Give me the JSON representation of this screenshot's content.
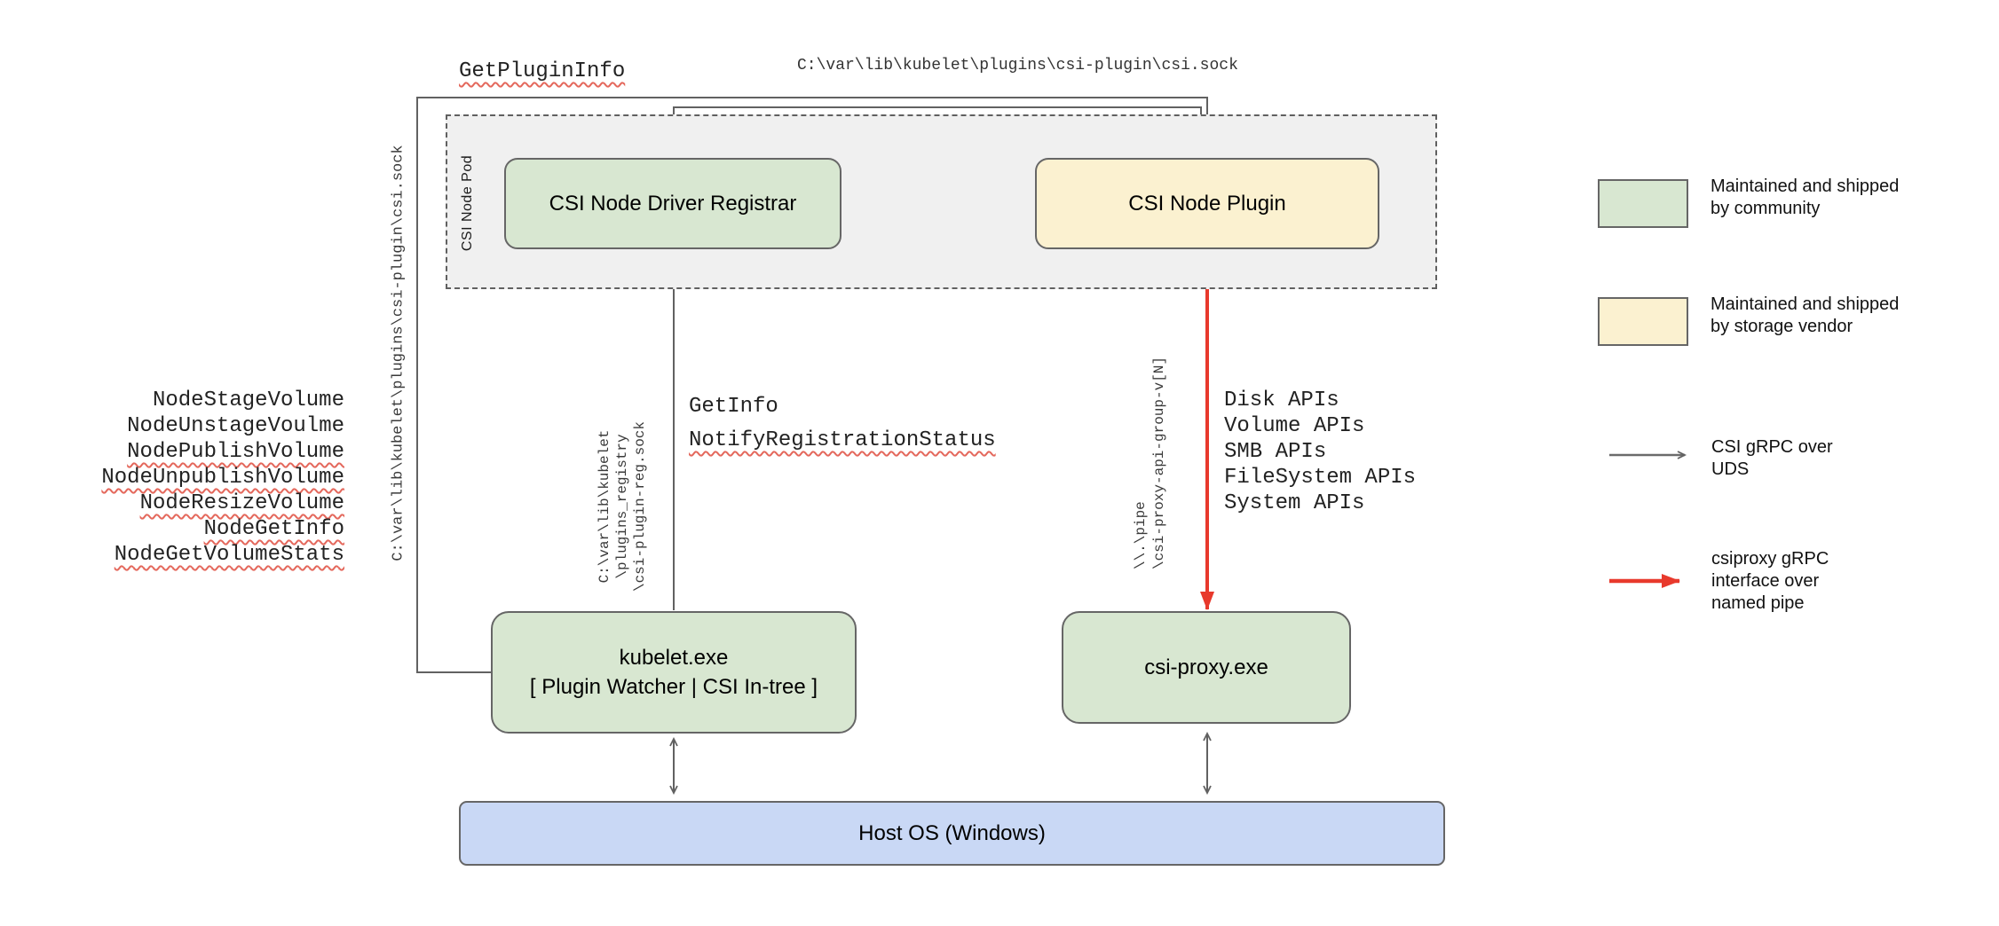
{
  "pod": {
    "label": "CSI Node Pod",
    "registrar": "CSI Node Driver Registrar",
    "plugin": "CSI Node Plugin"
  },
  "nodes": {
    "kubelet": "kubelet.exe\n[ Plugin Watcher | CSI In-tree ]",
    "csi_proxy": "csi-proxy.exe",
    "host_os": "Host OS (Windows)"
  },
  "connections": {
    "get_plugin_info": "GetPluginInfo",
    "csi_sock_top": "C:\\var\\lib\\kubelet\\plugins\\csi-plugin\\csi.sock",
    "csi_sock_left": "C:\\var\\lib\\kubelet\\plugins\\csi-plugin\\csi.sock",
    "registration_sock": "C:\\var\\lib\\kubelet\n\\plugins_registry\n\\csi-plugin-reg.sock",
    "named_pipe": "\\\\.\\pipe\n\\csi-proxy-api-group-v[N]",
    "get_info": "GetInfo",
    "notify_registration_status": "NotifyRegistrationStatus",
    "node_rpcs": [
      {
        "label": "NodeStageVolume",
        "wavy": false
      },
      {
        "label": "NodeUnstageVoulme",
        "wavy": false
      },
      {
        "label": "NodePublishVolume",
        "wavy": true
      },
      {
        "label": "NodeUnpublishVolume",
        "wavy": true
      },
      {
        "label": "NodeResizeVolume",
        "wavy": true
      },
      {
        "label": "NodeGetInfo",
        "wavy": true
      },
      {
        "label": "NodeGetVolumeStats",
        "wavy": true
      }
    ],
    "proxy_apis": [
      {
        "label": "Disk APIs"
      },
      {
        "label": "Volume APIs"
      },
      {
        "label": "SMB APIs"
      },
      {
        "label": "FileSystem APIs"
      },
      {
        "label": "System APIs"
      }
    ]
  },
  "legend": {
    "community": "Maintained and shipped\nby community",
    "vendor": "Maintained and shipped\nby storage vendor",
    "uds": "CSI gRPC over\nUDS",
    "pipe": "csiproxy gRPC\ninterface over\nnamed pipe"
  },
  "colors": {
    "community_fill": "#d8e7d1",
    "vendor_fill": "#fbf1d0",
    "host_fill": "#c9d8f5",
    "pod_fill": "#f0f0f0",
    "uds_line": "#616161",
    "pipe_line": "#e8392c",
    "spellcheck_underline": "#e4685c"
  }
}
